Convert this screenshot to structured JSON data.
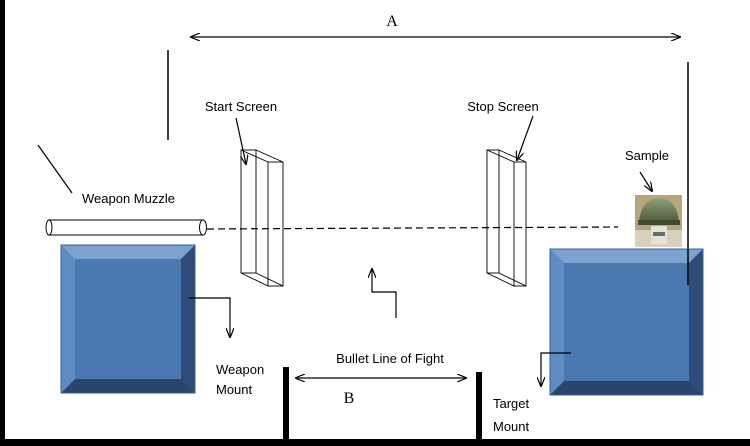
{
  "diagram": {
    "labels": {
      "dimension_a": "A",
      "dimension_b": "B",
      "start_screen": "Start Screen",
      "stop_screen": "Stop Screen",
      "sample": "Sample",
      "weapon_muzzle": "Weapon Muzzle",
      "weapon_mount_line1": "Weapon",
      "weapon_mount_line2": "Mount",
      "bullet_line": "Bullet Line of Fight",
      "target_mount_line1": "Target",
      "target_mount_line2": "Mount"
    },
    "colors": {
      "mount_face": "#4a78b0",
      "mount_top": "#7ea2cf",
      "mount_side": "#2e4c77",
      "mount_bottom": "#2a456c",
      "line": "#000000",
      "background": "#ffffff"
    },
    "icons": {
      "sample": "helmet-photo"
    }
  }
}
